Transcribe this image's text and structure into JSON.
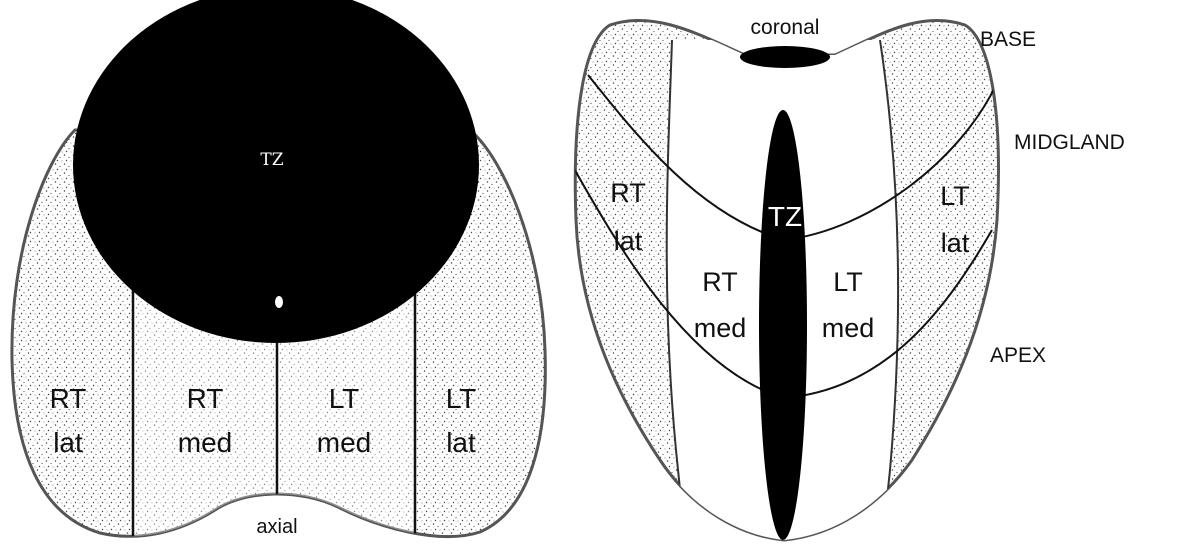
{
  "axial": {
    "view_label": "axial",
    "tz_label": "TZ",
    "zones": [
      {
        "line1": "RT",
        "line2": "lat"
      },
      {
        "line1": "RT",
        "line2": "med"
      },
      {
        "line1": "LT",
        "line2": "med"
      },
      {
        "line1": "LT",
        "line2": "lat"
      }
    ]
  },
  "coronal": {
    "view_label": "coronal",
    "tz_label": "TZ",
    "zones": [
      {
        "line1": "RT",
        "line2": "lat"
      },
      {
        "line1": "RT",
        "line2": "med"
      },
      {
        "line1": "LT",
        "line2": "med"
      },
      {
        "line1": "LT",
        "line2": "lat"
      }
    ],
    "levels": [
      "BASE",
      "MIDGLAND",
      "APEX"
    ]
  },
  "colors": {
    "outline": "#555555",
    "tz_fill": "#000000",
    "stipple": "#444444",
    "text": "#111111"
  }
}
